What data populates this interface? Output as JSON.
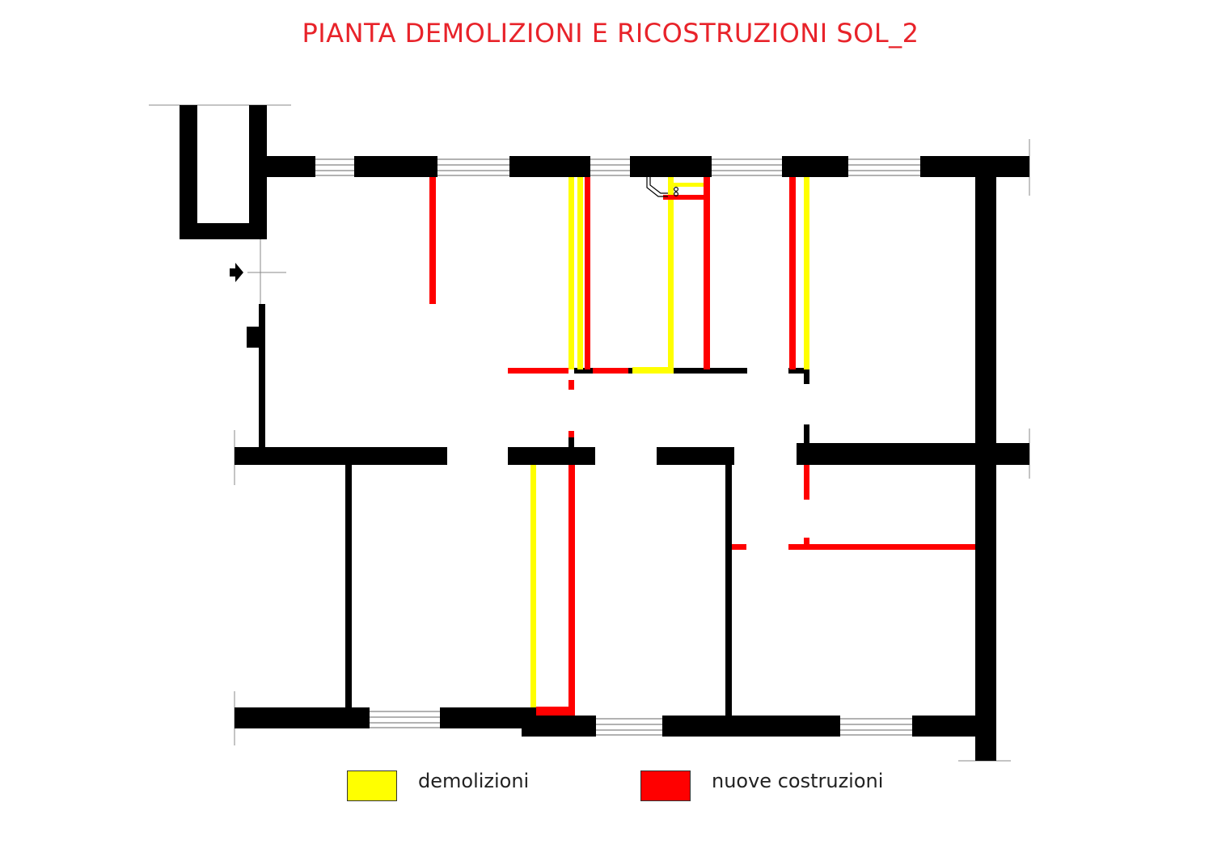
{
  "title": "PIANTA DEMOLIZIONI E RICOSTRUZIONI SOL_2",
  "colors": {
    "title": "#e8232a",
    "existing_wall": "#000000",
    "demolition": "#ffff00",
    "new_construction": "#ff0000"
  },
  "legend": [
    {
      "label": "demolizioni",
      "color": "#ffff00"
    },
    {
      "label": "nuove costruzioni",
      "color": "#ff0000"
    }
  ],
  "icons": {
    "entrance_marker": "entrance-arrow-icon",
    "fixture": "sink-icon"
  }
}
